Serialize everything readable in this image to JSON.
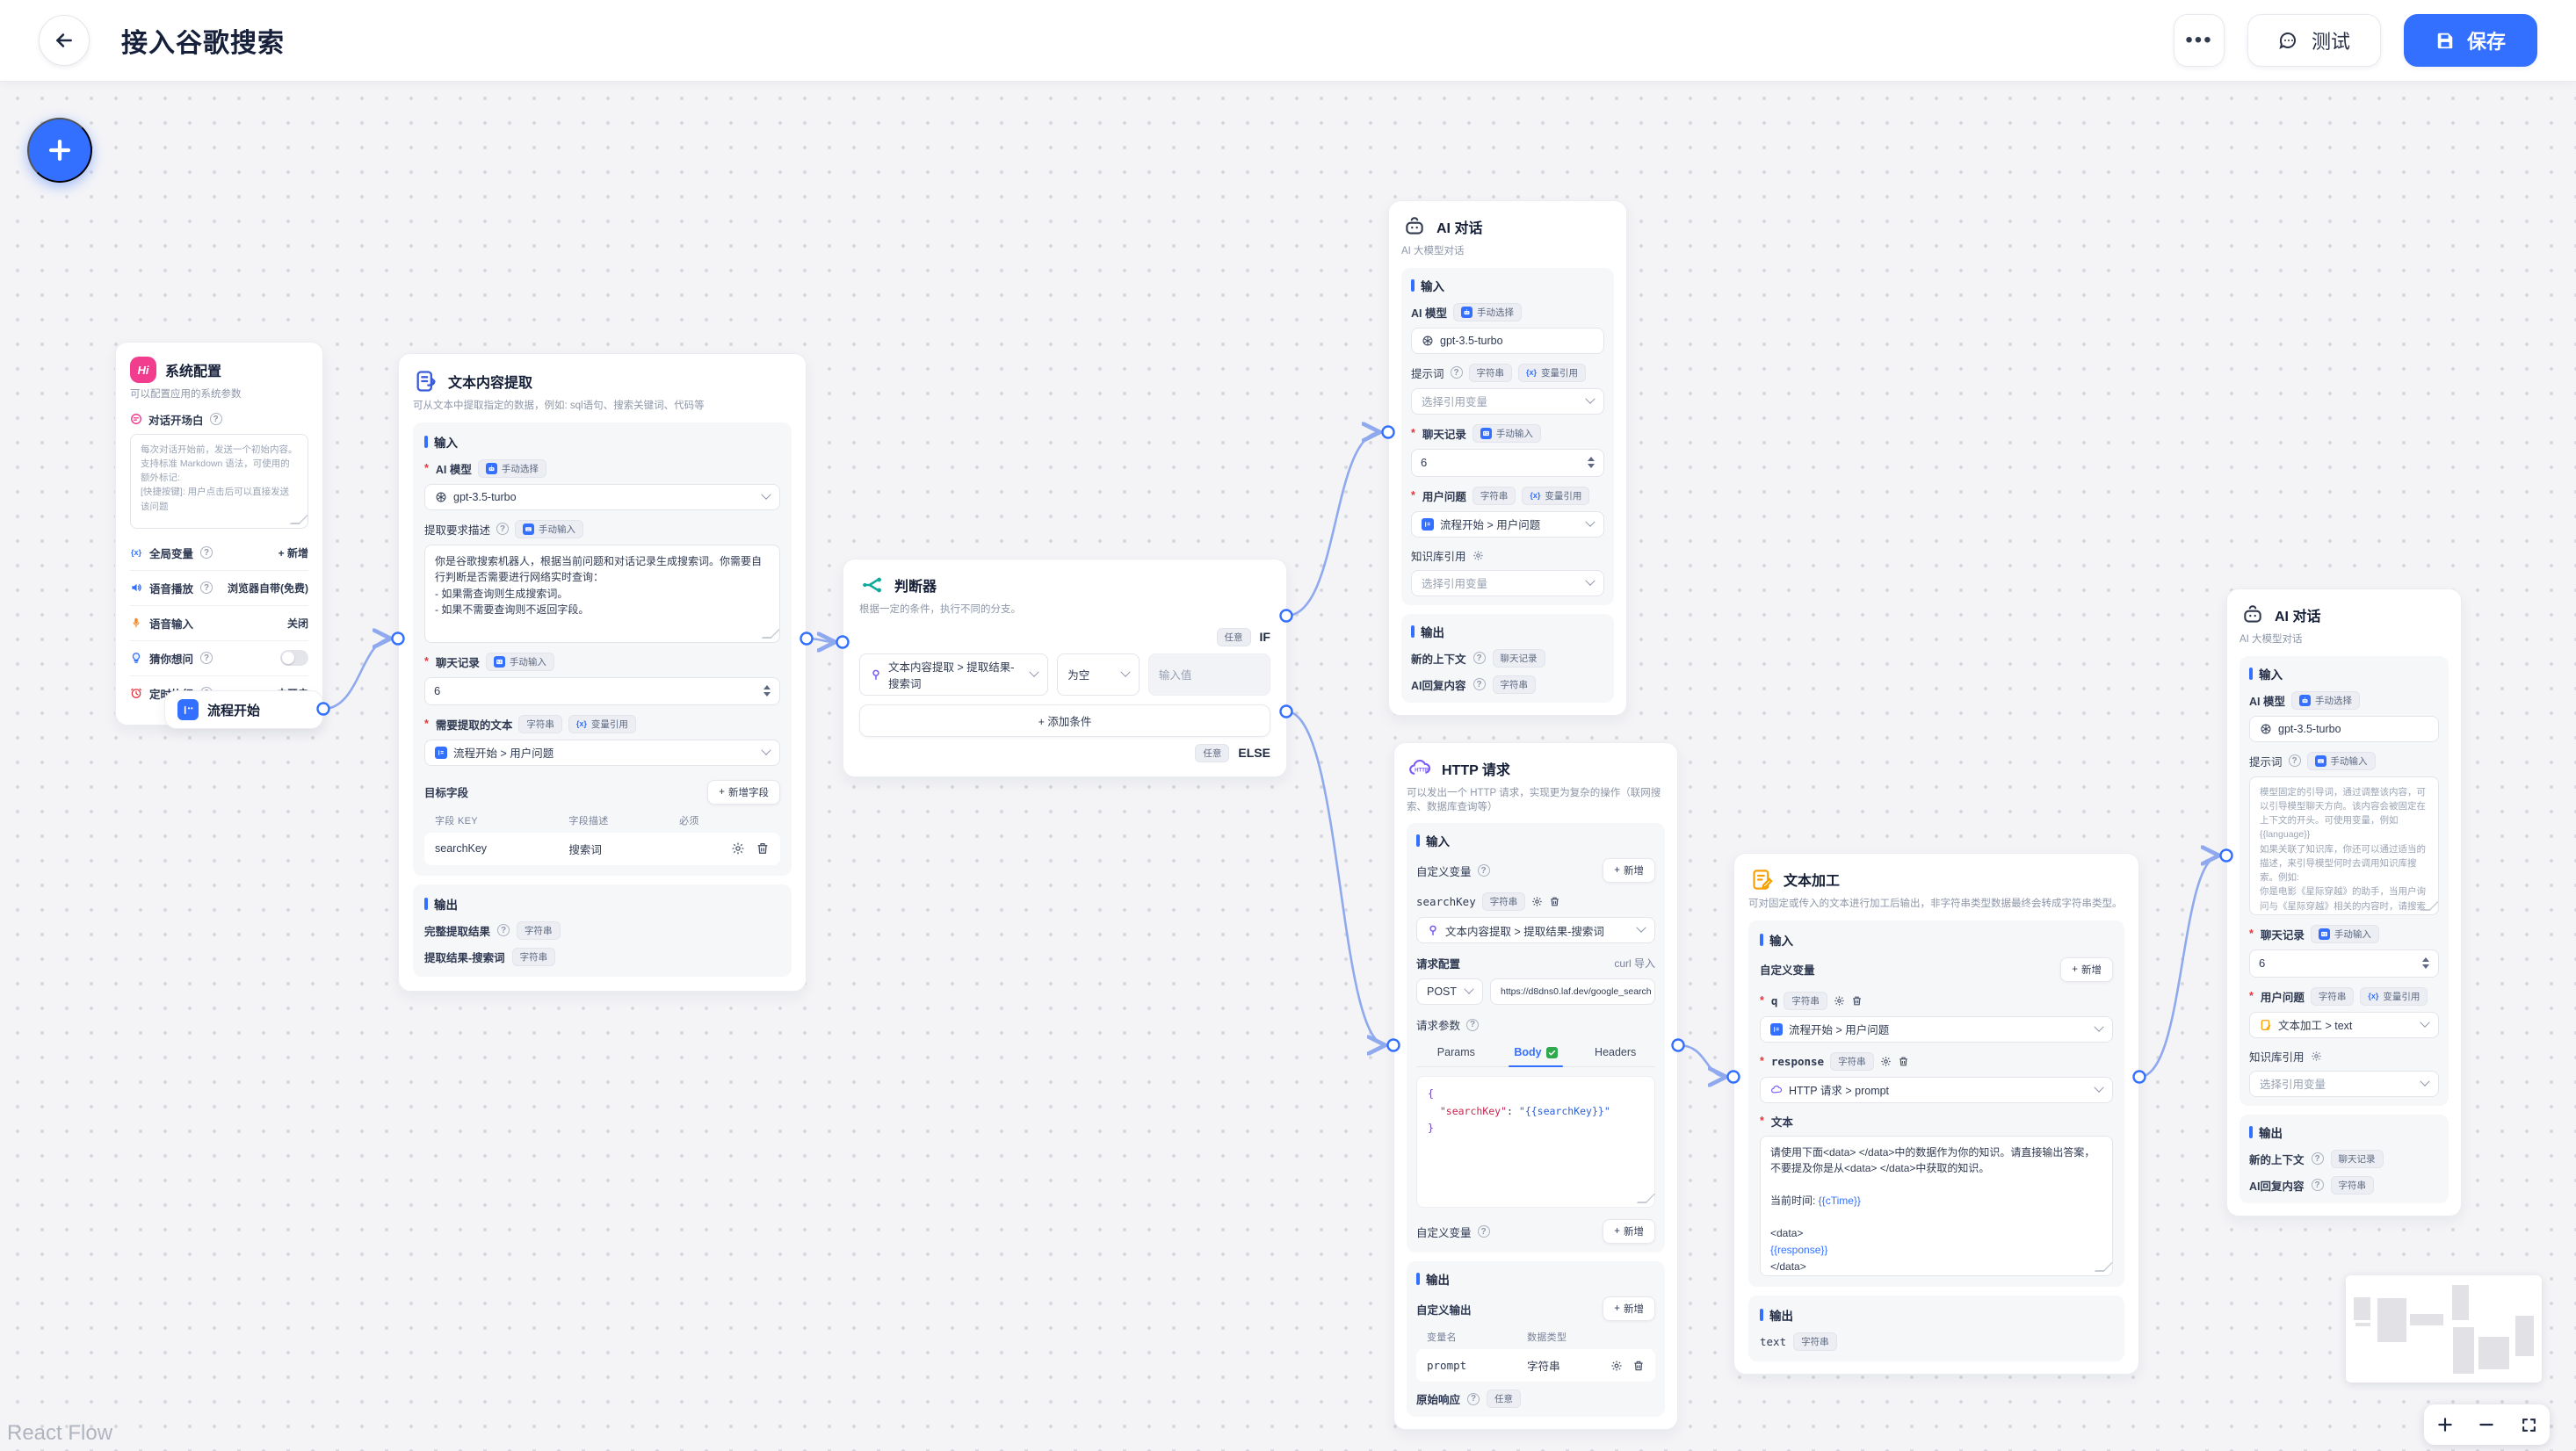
{
  "header": {
    "title": "接入谷歌搜索",
    "more_label": "•••",
    "test_label": "测试",
    "save_label": "保存"
  },
  "canvas": {
    "attribution": "React Flow"
  },
  "labels": {
    "input": "输入",
    "output": "输出",
    "add": "新增",
    "ai_model": "AI 模型",
    "manual_select": "手动选择",
    "manual_input": "手动输入",
    "var_ref": "变量引用",
    "string": "字符串",
    "any": "任意",
    "chat_history_type": "聊天记录",
    "select_placeholder": "选择引用变量",
    "model": "gpt-3.5-turbo",
    "kb_ref": "知识库引用",
    "user_question": "用户问题",
    "custom_var": "自定义变量"
  },
  "sysconfig": {
    "avatar": "Hi",
    "title": "系统配置",
    "subtitle": "可以配置应用的系统参数",
    "opening_label": "对话开场白",
    "opening_placeholder": "每次对话开始前，发送一个初始内容。支持标准 Markdown 语法，可使用的额外标记:\n[快捷按键]: 用户点击后可以直接发送该问题",
    "rows": [
      {
        "label": "全局变量",
        "value": "+ 新增"
      },
      {
        "label": "语音播放",
        "value": "浏览器自带(免费)"
      },
      {
        "label": "语音输入",
        "value": "关闭"
      },
      {
        "label": "猜你想问",
        "value": ""
      },
      {
        "label": "定时执行",
        "value": "未开启"
      }
    ]
  },
  "start": {
    "title": "流程开始"
  },
  "extract": {
    "title": "文本内容提取",
    "subtitle": "可从文本中提取指定的数据，例如: sql语句、搜索关键词、代码等",
    "desc_label": "提取要求描述",
    "desc_value": "你是谷歌搜索机器人，根据当前问题和对话记录生成搜索词。你需要自行判断是否需要进行网络实时查询：\n- 如果需查询则生成搜索词。\n- 如果不需要查询则不返回字段。",
    "history_label": "聊天记录",
    "history_value": "6",
    "source_label": "需要提取的文本",
    "source_value": "流程开始 > 用户问题",
    "fields_label": "目标字段",
    "add_field_label": "新增字段",
    "col_key": "字段 KEY",
    "col_desc": "字段描述",
    "col_required": "必须",
    "row_key": "searchKey",
    "row_desc": "搜索词",
    "out1_label": "完整提取结果",
    "out2_label": "提取结果-搜索词"
  },
  "condition": {
    "title": "判断器",
    "subtitle": "根据一定的条件，执行不同的分支。",
    "any": "任意",
    "if_label": "IF",
    "else_label": "ELSE",
    "field_value": "文本内容提取 > 提取结果-搜索词",
    "op_value": "为空",
    "value_placeholder": "输入值",
    "add_condition": "+ 添加条件"
  },
  "ai1": {
    "title": "AI 对话",
    "subtitle": "AI 大模型对话",
    "prompt_label": "提示词",
    "history_label": "聊天记录",
    "history_value": "6",
    "question_value": "流程开始 > 用户问题",
    "out1_label": "新的上下文",
    "out2_label": "AI回复内容"
  },
  "http": {
    "title": "HTTP 请求",
    "subtitle": "可以发出一个 HTTP 请求，实现更为复杂的操作（联网搜索、数据库查询等）",
    "var_name": "searchKey",
    "var_value": "文本内容提取 > 提取结果-搜索词",
    "config_label": "请求配置",
    "curl_label": "curl 导入",
    "method": "POST",
    "url": "https://d8dns0.laf.dev/google_search",
    "params_label": "请求参数",
    "tab_params": "Params",
    "tab_body": "Body",
    "tab_headers": "Headers",
    "code_open": "{",
    "code_key": "\"searchKey\"",
    "code_colon": ": ",
    "code_value": "\"{{searchKey}}\"",
    "code_close": "}",
    "custom_out_label": "自定义输出",
    "col_var": "变量名",
    "col_type": "数据类型",
    "out_name": "prompt",
    "raw_label": "原始响应"
  },
  "textproc": {
    "title": "文本加工",
    "subtitle": "可对固定或传入的文本进行加工后输出，非字符串类型数据最终会转成字符串类型。",
    "var1_name": "q",
    "var1_value": "流程开始 > 用户问题",
    "var2_name": "response",
    "var2_value": "HTTP 请求 > prompt",
    "text_label": "文本",
    "text_p1": "请使用下面<data> </data>中的数据作为你的知识。请直接输出答案，不要提及你是从<data> </data>中获取的知识。\n\n当前时间: ",
    "text_v1": "{{cTime}}",
    "text_p2": "\n\n<data>\n",
    "text_v2": "{{response}}",
    "text_p3": "\n</data>",
    "out_name": "text"
  },
  "ai2": {
    "title": "AI 对话",
    "subtitle": "AI 大模型对话",
    "prompt_label": "提示词",
    "prompt_placeholder": "模型固定的引导词，通过调整该内容，可以引导模型聊天方向。该内容会被固定在上下文的开头。可使用变量，例如 {{language}}\n如果关联了知识库，你还可以通过适当的描述，来引导模型何时去调用知识库搜索。例如:\n你是电影《星际穿越》的助手，当用户询问与《星际穿越》相关的内容时，请搜索知识库并结合搜索结果进行回答。",
    "history_label": "聊天记录",
    "history_value": "6",
    "question_value": "文本加工 > text",
    "out1_label": "新的上下文",
    "out2_label": "AI回复内容"
  }
}
